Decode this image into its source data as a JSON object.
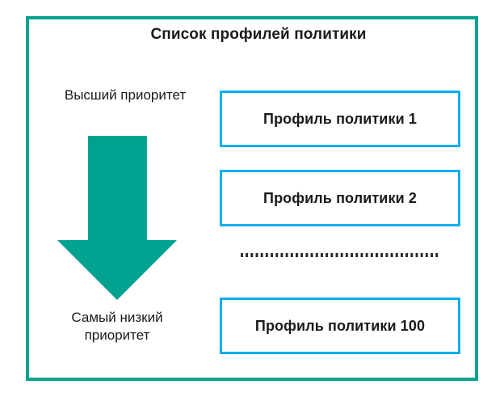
{
  "diagram": {
    "title": "Список профилей политики",
    "type": "priority-ordered-list",
    "colors": {
      "frame_border": "#00a38f",
      "arrow_fill": "#00a38f",
      "box_border": "#00aeef",
      "text": "#1a1a1a",
      "background": "#ffffff"
    },
    "priority_axis": {
      "top_label": "Высший приоритет",
      "bottom_label_line1": "Самый низкий",
      "bottom_label_line2": "приоритет",
      "arrow_direction": "down",
      "arrow_name": "priority-down-arrow"
    },
    "profiles": [
      {
        "label": "Профиль политики 1"
      },
      {
        "label": "Профиль политики 2"
      },
      {
        "label": "Профиль политики 100"
      }
    ],
    "separator": {
      "style": "dotted",
      "meaning": "ellipsis"
    }
  }
}
